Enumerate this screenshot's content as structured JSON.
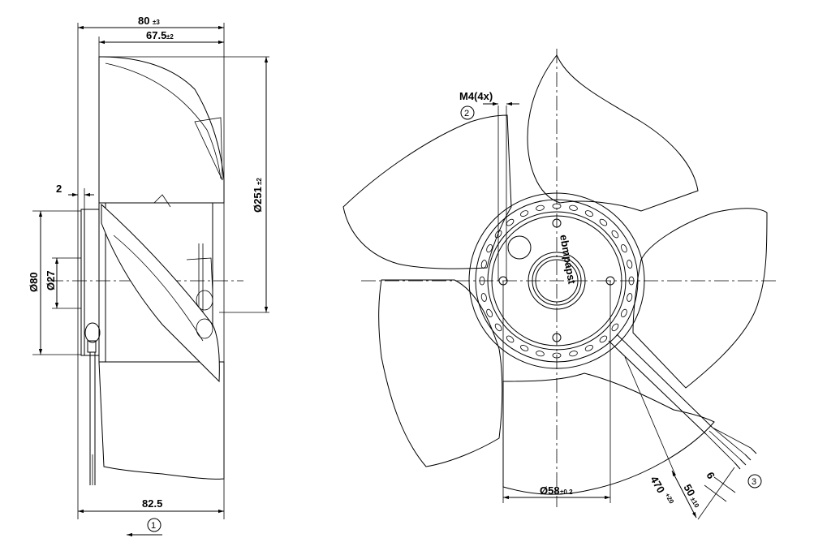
{
  "side_view": {
    "overall_depth": {
      "value": "80",
      "tol": "±3"
    },
    "blade_depth": {
      "value": "67.5",
      "tol": "±2"
    },
    "diameter": {
      "value": "Ø251",
      "tol": "±2"
    },
    "gap": {
      "value": "2"
    },
    "motor_diameter": {
      "value": "Ø80"
    },
    "shaft_diameter": {
      "value": "Ø27"
    },
    "bottom_length": {
      "value": "82.5"
    },
    "airflow_marker": "1"
  },
  "front_view": {
    "thread_label": "M4(4x)",
    "thread_marker": "2",
    "hub_diameter": {
      "value": "Ø58",
      "tol": "±0.2"
    },
    "cable_length": {
      "value": "470",
      "tol": "+20"
    },
    "strip_length": {
      "value": "50",
      "tol": "±10"
    },
    "wire_strip": {
      "value": "6"
    },
    "cable_marker": "3",
    "logo": "ebmpapst"
  }
}
